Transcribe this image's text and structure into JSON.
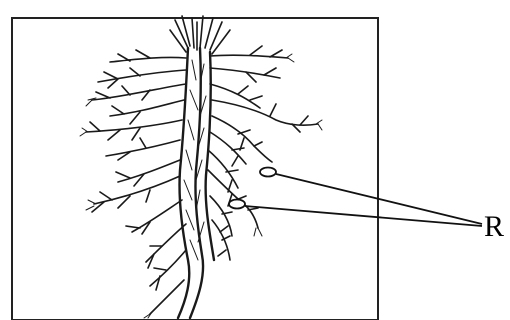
{
  "diagram": {
    "label": "R",
    "colors": {
      "ink": "#1a1a1a",
      "frame": "#222222",
      "background": "#ffffff"
    },
    "icons": {
      "root-system": "root-system-illustration",
      "marker": "oval-marker"
    }
  }
}
